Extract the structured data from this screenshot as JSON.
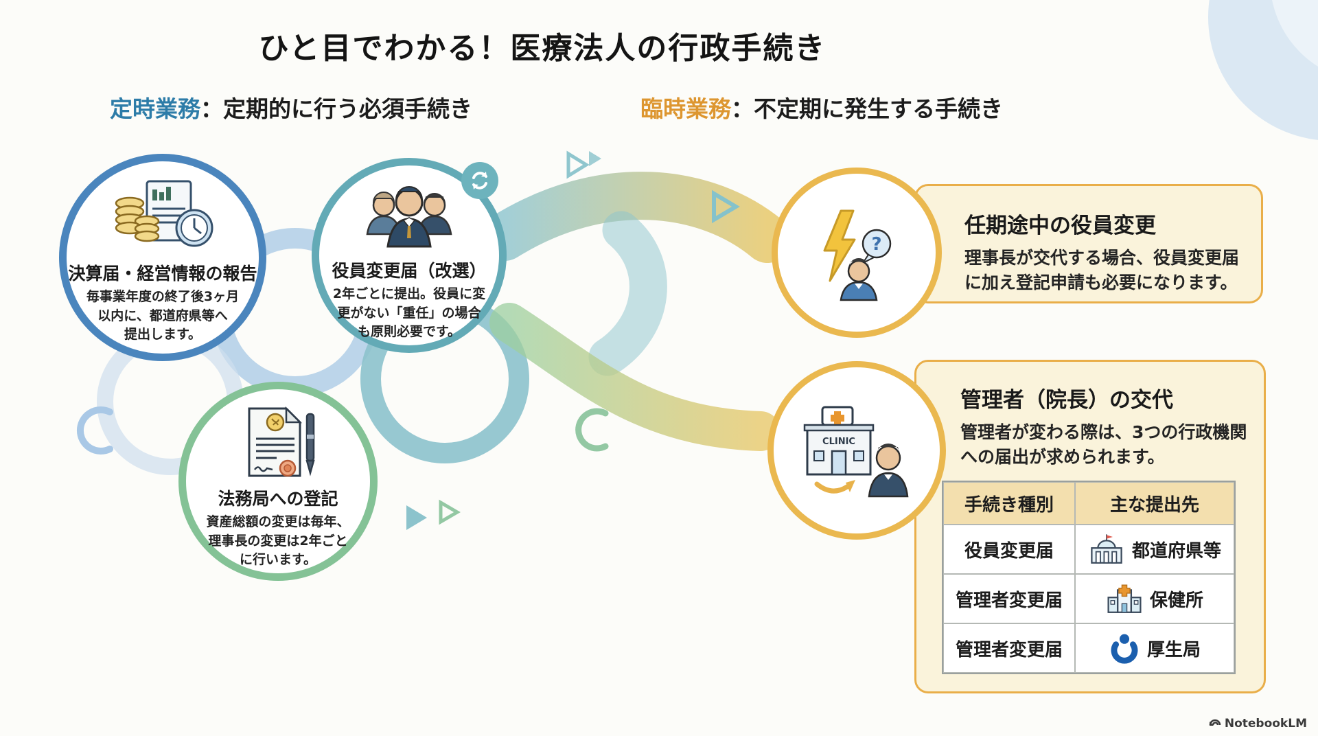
{
  "title": "ひと目でわかる！医療法人の行政手続き",
  "clinic_sign": "CLINIC",
  "watermark": "NotebookLM",
  "colors": {
    "regular_accent": "#2d7ca8",
    "adhoc_accent": "#dd9630",
    "circle_blue": "#4a85bd",
    "circle_teal": "#63aab6",
    "circle_green": "#84c296",
    "circle_orange": "#eab84f",
    "card_bg": "#faf3db",
    "table_header_bg": "#f3dfae"
  },
  "left_section": {
    "heading": "定時業務",
    "heading_suffix": "：定期的に行う必須手続き",
    "circles": [
      {
        "icon": "finance-report-icon",
        "title": "決算届・経営情報の報告",
        "body": "毎事業年度の終了後3ヶ月\n以内に、都道府県等へ\n提出します。"
      },
      {
        "icon": "executives-icon",
        "badge_icon": "refresh-icon",
        "title": "役員変更届（改選）",
        "body": "2年ごとに提出。役員に変\n更がない「重任」の場合\nも原則必要です。"
      },
      {
        "icon": "contract-seal-icon",
        "title": "法務局への登記",
        "body": "資産総額の変更は毎年、\n理事長の変更は2年ごと\nに行います。"
      }
    ]
  },
  "right_section": {
    "heading": "臨時業務",
    "heading_suffix": "：不定期に発生する手続き",
    "items": [
      {
        "icon": "urgent-officer-change-icon",
        "title": "任期途中の役員変更",
        "body": "理事長が交代する場合、役員変更届\nに加え登記申請も必要になります。"
      },
      {
        "icon": "clinic-manager-change-icon",
        "title": "管理者（院長）の交代",
        "body": "管理者が変わる際は、3つの行政機関\nへの届出が求められます。",
        "table": {
          "headers": [
            "手続き種別",
            "主な提出先"
          ],
          "rows": [
            {
              "procedure": "役員変更届",
              "icon": "government-building-icon",
              "destination": "都道府県等"
            },
            {
              "procedure": "管理者変更届",
              "icon": "health-center-icon",
              "destination": "保健所"
            },
            {
              "procedure": "管理者変更届",
              "icon": "health-bureau-icon",
              "destination": "厚生局"
            }
          ]
        }
      }
    ]
  }
}
